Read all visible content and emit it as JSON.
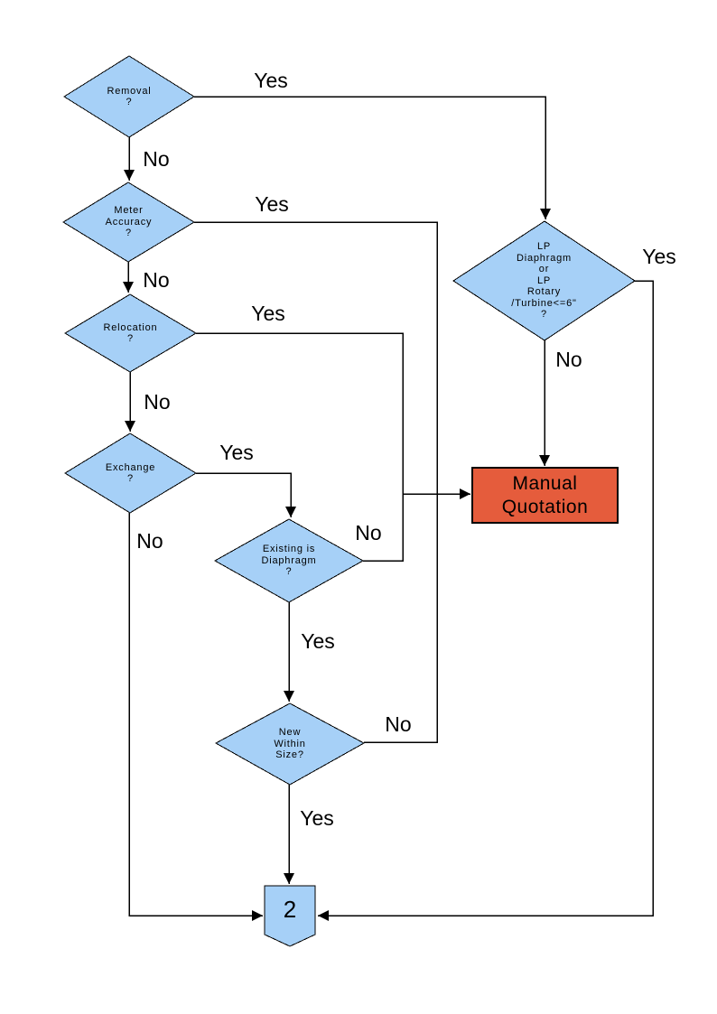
{
  "colors": {
    "node_fill": "#A6D0F7",
    "terminal_fill": "#E55C3C",
    "line": "#000000",
    "background": "#FFFFFF"
  },
  "nodes": {
    "removal": {
      "label": "Removal\n?"
    },
    "meter_accuracy": {
      "label": "Meter\nAccuracy\n?"
    },
    "relocation": {
      "label": "Relocation\n?"
    },
    "exchange": {
      "label": "Exchange\n?"
    },
    "existing_is_diaphragm": {
      "label": "Existing is\nDiaphragm\n?"
    },
    "new_within_size": {
      "label": "New\nWithin\nSize?"
    },
    "lp_meter_type": {
      "label": "LP\nDiaphragm\nor\nLP\nRotary\n/Turbine<=6\"\n?"
    },
    "manual_quotation": {
      "label": "Manual\nQuotation"
    },
    "offpage_connector": {
      "label": "2"
    }
  },
  "edge_labels": {
    "removal_yes": "Yes",
    "removal_no": "No",
    "meter_accuracy_yes": "Yes",
    "meter_accuracy_no": "No",
    "relocation_yes": "Yes",
    "relocation_no": "No",
    "exchange_yes": "Yes",
    "exchange_no": "No",
    "existing_no": "No",
    "existing_yes": "Yes",
    "new_within_size_no": "No",
    "new_within_size_yes": "Yes",
    "lp_yes": "Yes",
    "lp_no": "No"
  }
}
